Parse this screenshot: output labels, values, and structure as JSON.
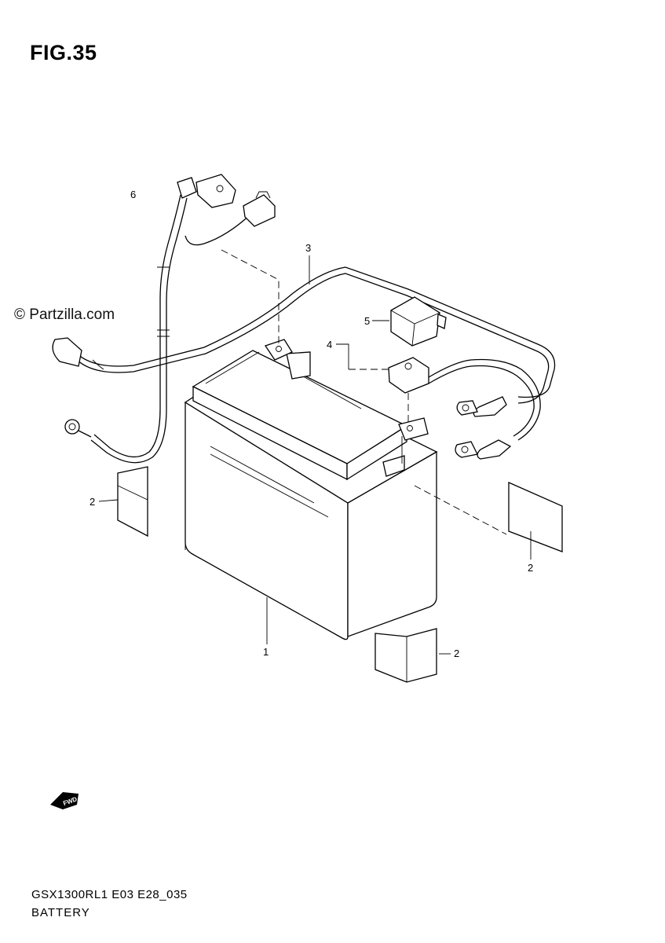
{
  "figure": {
    "title": "FIG.35"
  },
  "watermark": {
    "text": "© Partzilla.com"
  },
  "footer": {
    "model_code": "GSX1300RL1 E03 E28_035",
    "section_name": "BATTERY"
  },
  "callouts": {
    "battery": "1",
    "spacer_left": "2",
    "spacer_right": "2",
    "spacer_bottom": "2",
    "minus_lead": "3",
    "plus_lead": "4",
    "terminal_cover": "5",
    "starter_wire": "6"
  },
  "direction_badge": {
    "text": "FWD",
    "icon": "forward-arrow-icon"
  }
}
